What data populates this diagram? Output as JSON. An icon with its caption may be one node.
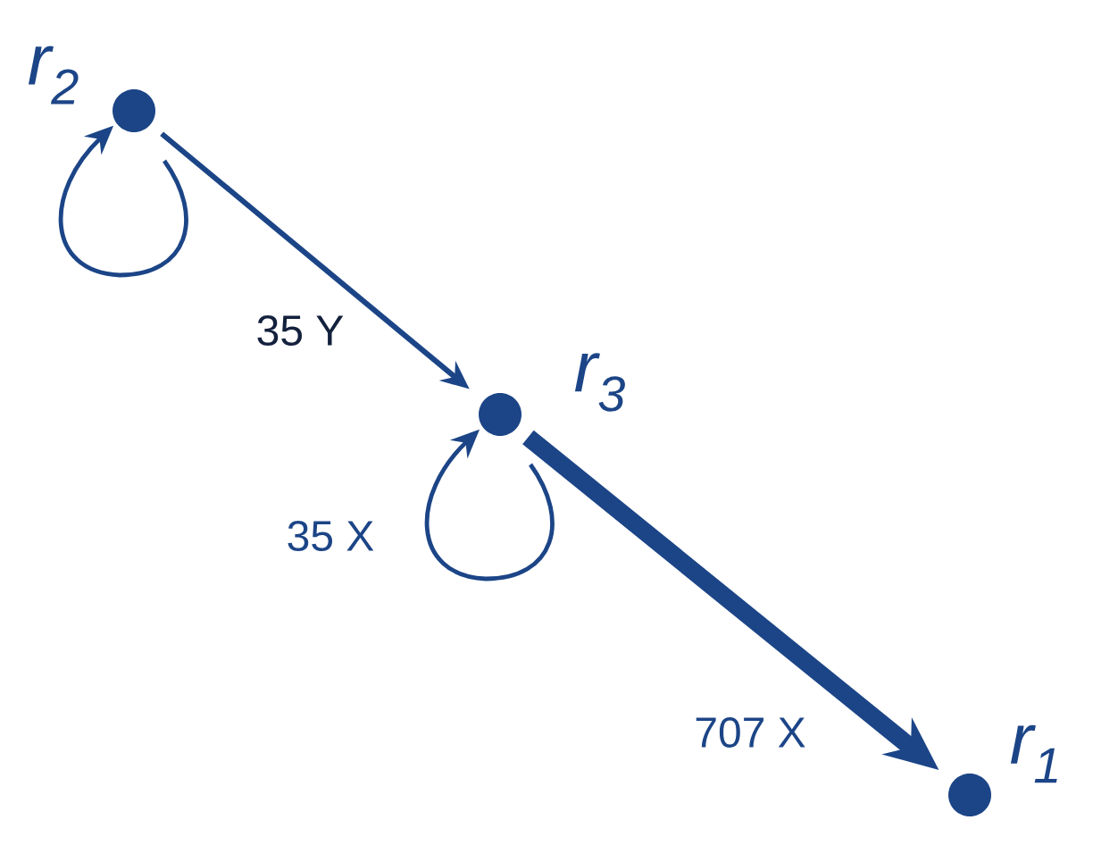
{
  "diagram": {
    "nodes": [
      {
        "text": [],
        "shape": "circle",
        "beside": [
          "r$_{2}$"
        ]
      },
      {
        "text": [],
        "shape": "circle",
        "beside": [
          "r$_{3}$"
        ]
      },
      {
        "text": [],
        "shape": "circle",
        "beside": [
          "r$_{1}$"
        ]
      }
    ],
    "edges": [
      {
        "from": 0,
        "to": 0,
        "arrow": "to"
      },
      {
        "from": 0,
        "to": 1,
        "arrow": "to",
        "label": "35 Y"
      },
      {
        "from": 1,
        "to": 1,
        "arrow": "to",
        "label": "35 X"
      },
      {
        "from": 1,
        "to": 2,
        "arrow": "to",
        "label": "707 X",
        "style": "thick"
      }
    ]
  }
}
